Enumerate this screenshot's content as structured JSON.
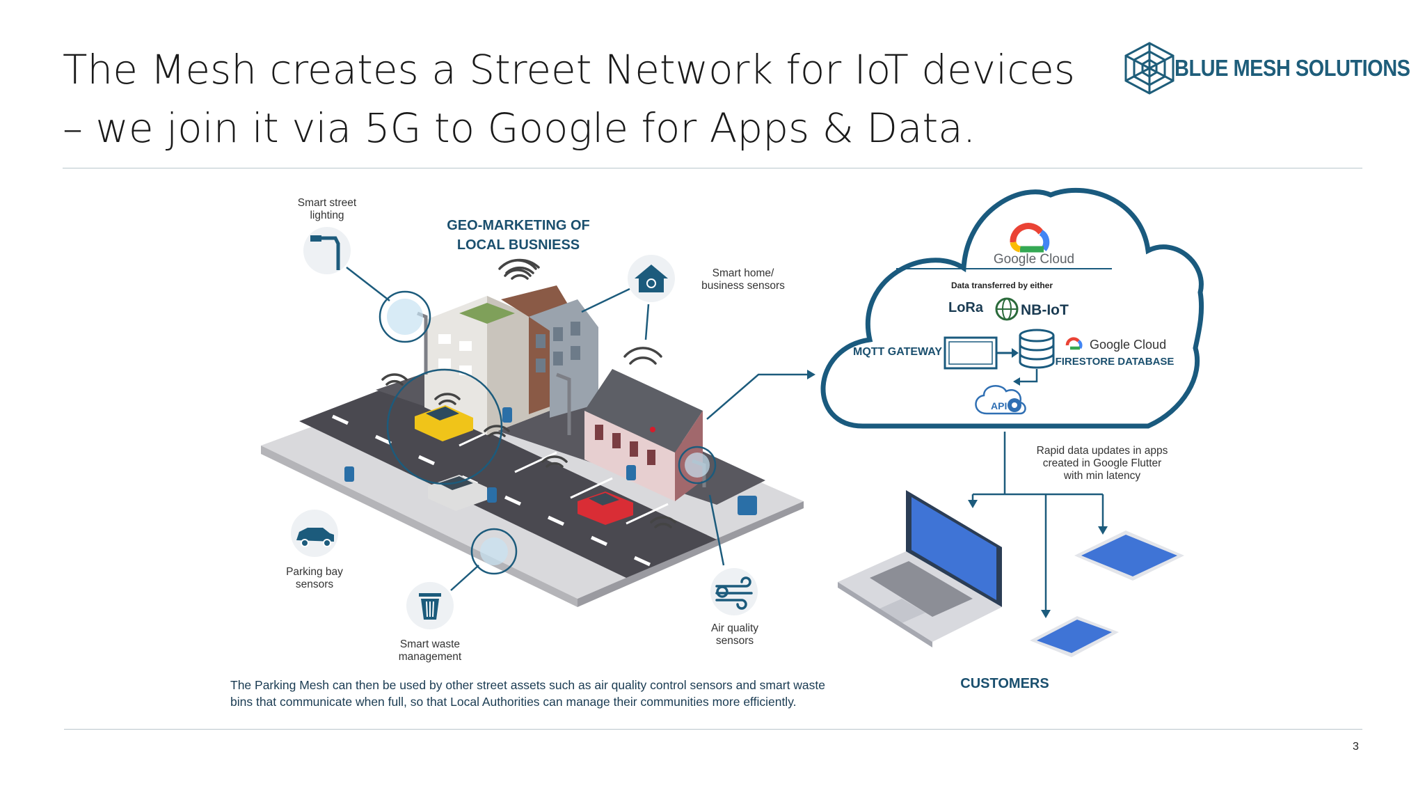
{
  "slide": {
    "title_line1": "The Mesh creates a Street Network for IoT devices",
    "title_line2": "– we join it via 5G to Google for Apps & Data.",
    "logo_text": "BLUE MESH SOLUTIONS",
    "page_number": "3"
  },
  "diagram": {
    "labels": {
      "smart_street_lighting_1": "Smart street",
      "smart_street_lighting_2": "lighting",
      "geo_marketing_1": "GEO-MARKETING OF",
      "geo_marketing_2": "LOCAL BUSNIESS",
      "smart_home_1": "Smart home/",
      "smart_home_2": "business sensors",
      "parking_bay_1": "Parking bay",
      "parking_bay_2": "sensors",
      "smart_waste_1": "Smart waste",
      "smart_waste_2": "management",
      "air_quality_1": "Air quality",
      "air_quality_2": "sensors",
      "rapid_1": "Rapid data updates in apps",
      "rapid_2": "created in Google Flutter",
      "rapid_3": "with min latency",
      "customers": "CUSTOMERS"
    },
    "cloud": {
      "google_cloud": "Google Cloud",
      "data_transferred": "Data transferred by either",
      "lora": "LoRa",
      "nbiot": "NB-IoT",
      "mqtt_gateway": "MQTT GATEWAY",
      "google_cloud_small": "Google Cloud",
      "firestore": "FIRESTORE DATABASE",
      "api": "API"
    },
    "footnote_line1": "The Parking Mesh can then be used by other street assets such as air quality control sensors and smart waste",
    "footnote_line2": "bins that communicate when full, so that Local Authorities can manage their communities more efficiently."
  },
  "colors": {
    "accent_blue": "#1e5d7a",
    "cloud_outline": "#1a5a7e",
    "road": "#4a4950",
    "device_blue": "#3f74d6"
  }
}
